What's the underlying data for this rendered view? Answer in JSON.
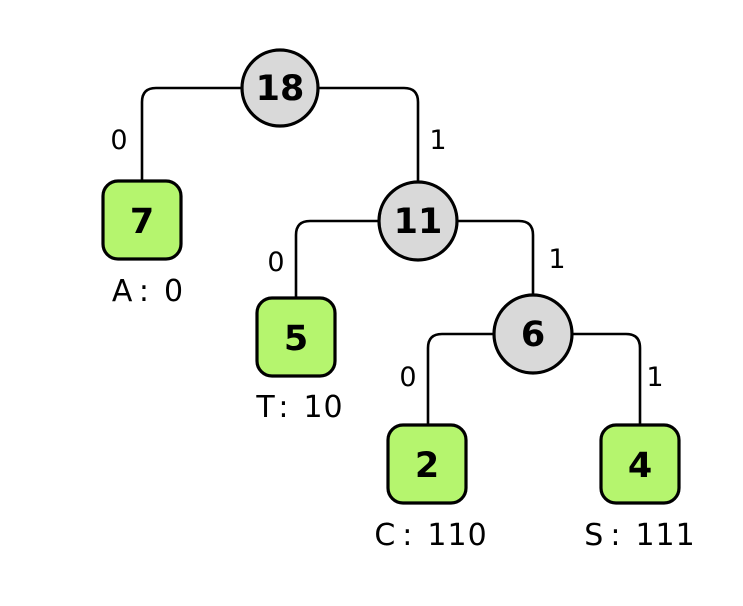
{
  "diagram": {
    "kind": "huffman-coding-tree",
    "background": "#ffffff"
  },
  "colors": {
    "internal_fill": "#d9d9d9",
    "leaf_fill": "#b5f56e",
    "stroke": "#000000",
    "text": "#000000"
  },
  "separator": ":",
  "internal_nodes": {
    "root": {
      "value": "18"
    },
    "mid": {
      "value": "11"
    },
    "lower": {
      "value": "6"
    }
  },
  "leaves": {
    "a": {
      "value": "7",
      "symbol": "A",
      "code": "0"
    },
    "t": {
      "value": "5",
      "symbol": "T",
      "code": "10"
    },
    "c": {
      "value": "2",
      "symbol": "C",
      "code": "110"
    },
    "s": {
      "value": "4",
      "symbol": "S",
      "code": "111"
    }
  },
  "edges": {
    "root_left": {
      "bit": "0"
    },
    "root_right": {
      "bit": "1"
    },
    "mid_left": {
      "bit": "0"
    },
    "mid_right": {
      "bit": "1"
    },
    "lower_left": {
      "bit": "0"
    },
    "lower_right": {
      "bit": "1"
    }
  }
}
